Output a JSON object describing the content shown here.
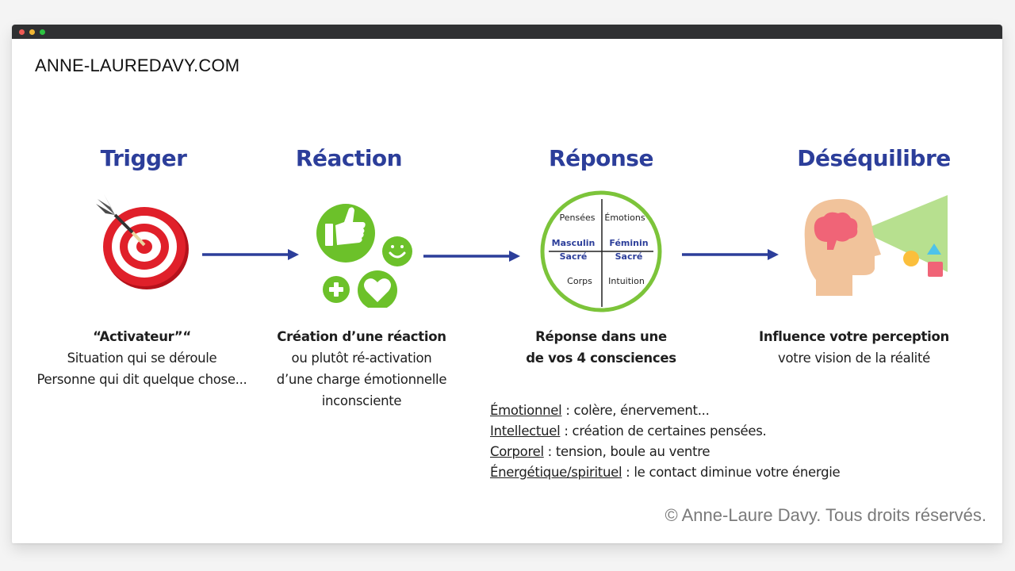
{
  "window": {
    "controls": [
      "close",
      "minimize",
      "maximize"
    ],
    "colors": {
      "titlebar": "#2f3032",
      "close": "#ee5a55",
      "minimize": "#f1b634",
      "maximize": "#2dc241"
    }
  },
  "site_title": "ANNE-LAUREDAVY.COM",
  "accent_color": "#2c3e9a",
  "steps": [
    {
      "title": "Trigger",
      "icon": "target-dart-icon",
      "caption_bold": "“Activateur”“",
      "caption_lines": [
        "Situation qui se déroule",
        "Personne qui dit quelque chose..."
      ]
    },
    {
      "title": "Réaction",
      "icon": "social-reactions-icon",
      "caption_bold": "Création d’une réaction",
      "caption_lines": [
        "ou plutôt ré-activation",
        "d’une charge émotionnelle",
        "inconsciente"
      ]
    },
    {
      "title": "Réponse",
      "icon": "consciousness-quadrant-icon",
      "caption_bold_lines": [
        "Réponse dans une",
        "de vos 4 consciences"
      ],
      "quadrant": {
        "top_left": "Pensées",
        "top_right": "Émotions",
        "bottom_left": "Corps",
        "bottom_right": "Intuition",
        "left_label_1": "Masculin",
        "left_label_2": "Sacré",
        "right_label_1": "Féminin",
        "right_label_2": "Sacré"
      },
      "list": [
        {
          "term": "Émotionnel",
          "desc": " : colère, énervement..."
        },
        {
          "term": "Intellectuel",
          "desc": " : création de certaines pensées."
        },
        {
          "term": "Corporel",
          "desc": " : tension, boule au ventre"
        },
        {
          "term": "Énergétique/spirituel",
          "desc": " : le contact diminue votre énergie"
        }
      ]
    },
    {
      "title": "Déséquilibre",
      "icon": "head-perception-icon",
      "caption_bold": "Influence votre perception",
      "caption_lines": [
        "votre vision de la réalité"
      ]
    }
  ],
  "copyright": "© Anne-Laure Davy. Tous droits réservés."
}
